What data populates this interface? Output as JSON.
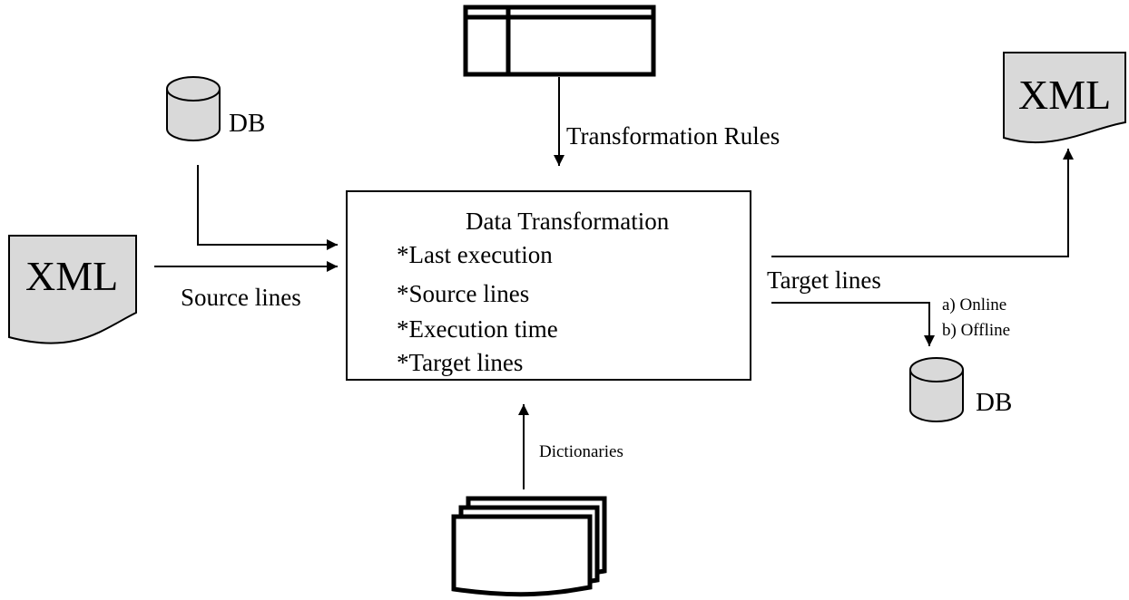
{
  "colors": {
    "stroke": "#000000",
    "shape_fill": "#d9d9d9",
    "background": "#ffffff"
  },
  "icons": {
    "rules_table": "table-icon",
    "source_db": "database-icon",
    "target_db": "database-icon",
    "source_xml": "document-icon",
    "target_xml": "document-icon",
    "dictionaries": "stacked-documents-icon"
  },
  "nodes": {
    "source_db_label": "DB",
    "source_xml_label": "XML",
    "target_xml_label": "XML",
    "target_db_label": "DB",
    "process": {
      "title": "Data Transformation",
      "items": [
        "*Last execution",
        "*Source lines",
        "*Execution time",
        "*Target lines"
      ]
    }
  },
  "edges": {
    "rules": "Transformation Rules",
    "source": "Source lines",
    "target": "Target lines",
    "mode_online": "a) Online",
    "mode_offline": "b) Offline",
    "dictionaries": "Dictionaries"
  }
}
